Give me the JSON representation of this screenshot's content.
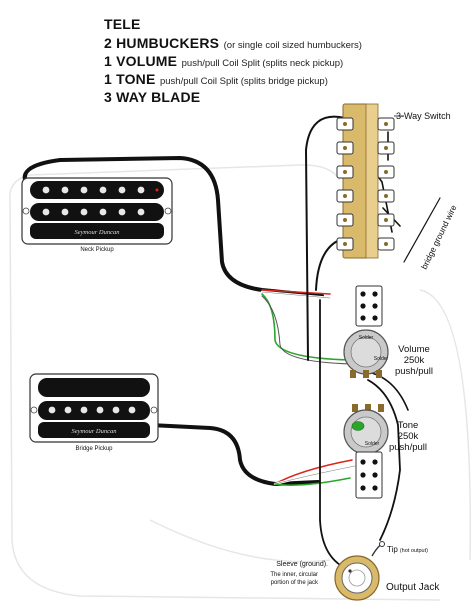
{
  "header": {
    "line1": "TELE",
    "line2_main": "2 HUMBUCKERS",
    "line2_sub": "(or single coil sized humbuckers)",
    "line3_main": "1 VOLUME",
    "line3_sub": "push/pull Coil Split (splits neck pickup)",
    "line4_main": "1 TONE",
    "line4_sub": "push/pull Coil Split (splits bridge pickup)",
    "line5": "3 WAY BLADE"
  },
  "labels": {
    "switch": "3-Way Switch",
    "neck_brand": "Seymour Duncan",
    "neck_caption": "Neck Pickup",
    "bridge_brand": "Seymour Duncan",
    "bridge_caption": "Bridge Pickup",
    "bridge_ground": "bridge ground wire",
    "volume_title": "Volume",
    "volume_value": "250k",
    "volume_type": "push/pull",
    "tone_title": "Tone",
    "tone_value": "250k",
    "tone_type": "push/pull",
    "solder": "Solder",
    "tip": "Tip",
    "tip_note": "(hot output)",
    "sleeve_1": "Sleeve (ground).",
    "sleeve_2": "The inner, circular",
    "sleeve_3": "portion of the jack",
    "jack": "Output Jack"
  },
  "colors": {
    "wire_black": "#111111",
    "wire_red": "#d9261c",
    "wire_green": "#2aa62a",
    "wire_white": "#ffffff",
    "switch_body": "#d9b96a",
    "pot_body": "#c9c9c9",
    "pickguard_outline": "#e4e4e4"
  }
}
